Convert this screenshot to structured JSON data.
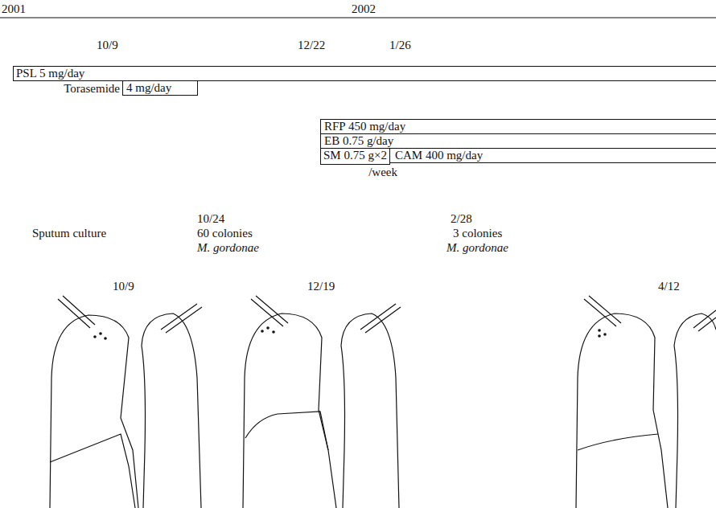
{
  "diagram": {
    "nodes": [
      {
        "text": [
          "PSL 5 mg/day"
        ]
      },
      {
        "text": [
          "Torasemide",
          "4 mg/day"
        ]
      },
      {
        "text": [
          "RFP 450 mg/day"
        ]
      },
      {
        "text": [
          "EB 0.75 g/day"
        ]
      },
      {
        "text": [
          "SM 0.75 g×2",
          "/week"
        ]
      },
      {
        "text": [
          "CAM 400 mg/day"
        ]
      }
    ],
    "labels": [
      "2001",
      "2002",
      "10/9",
      "12/22",
      "1/26",
      "Sputum culture",
      "10/24",
      "60 colonies",
      "M. gordonae",
      "2/28",
      "3 colonies",
      "M. gordonae",
      "10/9",
      "12/19",
      "4/12"
    ]
  }
}
